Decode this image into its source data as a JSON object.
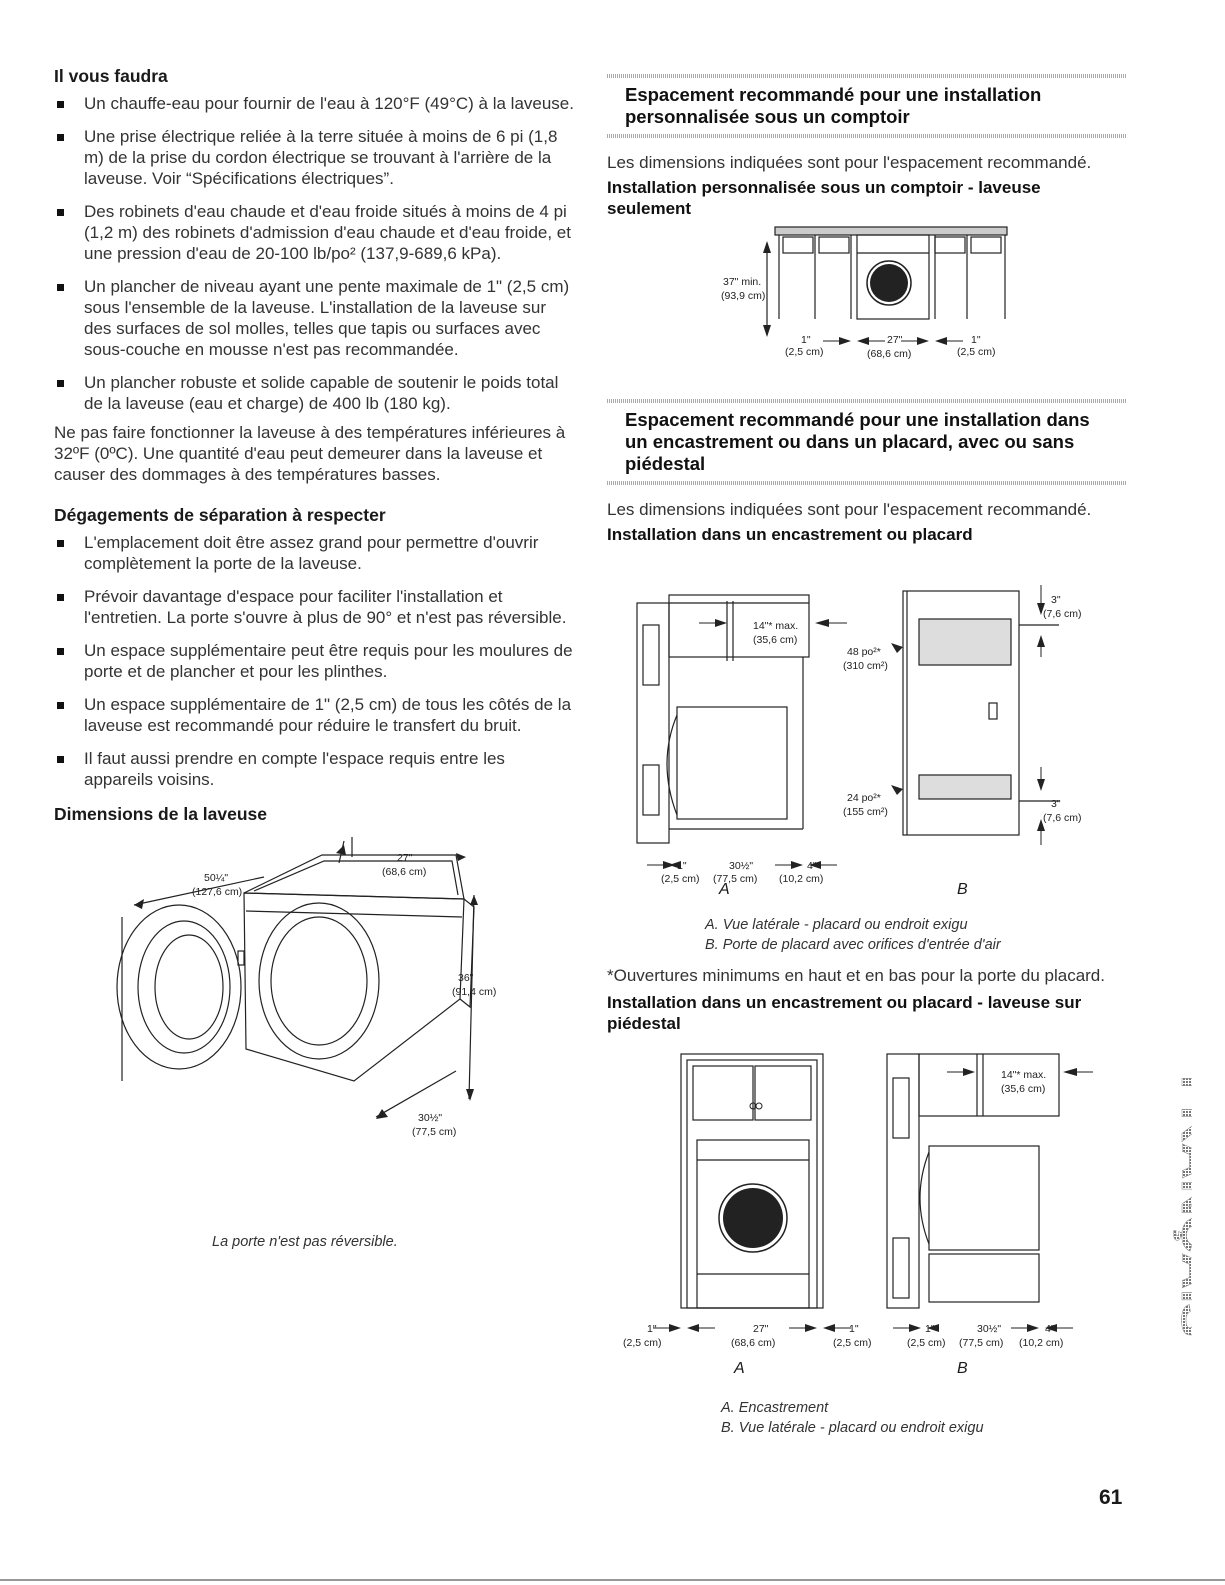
{
  "left": {
    "need_title": "Il vous faudra",
    "need_items": [
      "Un chauffe-eau pour fournir de l'eau à 120°F (49°C) à la laveuse.",
      "Une prise électrique reliée à la terre située à moins de 6 pi (1,8 m) de la prise du cordon électrique se trouvant à l'arrière de la laveuse. Voir “Spécifications électriques”.",
      "Des robinets d'eau chaude et d'eau froide situés à moins de 4 pi (1,2 m) des robinets d'admission d'eau chaude et d'eau froide, et une pression d'eau de 20-100 lb/po² (137,9-689,6 kPa).",
      "Un plancher de niveau ayant une pente maximale de 1\" (2,5 cm) sous l'ensemble de la laveuse. L'installation de la laveuse sur des surfaces de sol molles, telles que tapis ou surfaces avec sous-couche en mousse n'est pas recommandée.",
      "Un plancher robuste et solide capable de soutenir le poids total de la laveuse (eau et charge) de 400 lb (180 kg)."
    ],
    "need_note": "Ne pas faire fonctionner la laveuse à des températures inférieures à 32ºF (0ºC). Une quantité d'eau peut demeurer dans la laveuse et causer des dommages à des températures basses.",
    "clear_title": "Dégagements de séparation à respecter",
    "clear_items": [
      "L'emplacement doit être assez grand pour permettre d'ouvrir complètement la porte de la laveuse.",
      "Prévoir davantage d'espace pour faciliter l'installation et l'entretien. La porte s'ouvre à plus de 90° et n'est pas réversible.",
      "Un espace supplémentaire peut être requis pour les moulures de porte et de plancher et pour les plinthes.",
      "Un espace supplémentaire de 1\" (2,5 cm) de tous les côtés de la laveuse est recommandé pour réduire le transfert du bruit.",
      "Il faut aussi prendre en compte l'espace requis entre les appareils voisins."
    ],
    "dims_title": "Dimensions de la laveuse",
    "dims_labels": {
      "depth_open": "50¼\"",
      "depth_open_cm": "(127,6 cm)",
      "width": "27\"",
      "width_cm": "(68,6 cm)",
      "height": "36\"",
      "height_cm": "(91,4 cm)",
      "depth": "30½\"",
      "depth_cm": "(77,5 cm)"
    },
    "dims_caption": "La porte n'est pas réversible."
  },
  "right": {
    "sec1_title": "Espacement recommandé pour une installation personnalisée sous un comptoir",
    "sec1_text": "Les dimensions indiquées sont pour l'espacement recommandé.",
    "sec1_sub": "Installation personnalisée sous un comptoir - laveuse seulement",
    "fig1": {
      "h": "37\" min.",
      "h_cm": "(93,9 cm)",
      "l": "1\"",
      "l_cm": "(2,5 cm)",
      "w": "27\"",
      "w_cm": "(68,6 cm)",
      "r": "1\"",
      "r_cm": "(2,5 cm)"
    },
    "sec2_title": "Espacement recommandé pour une installation dans un encastrement ou dans un placard, avec ou sans piédestal",
    "sec2_text": "Les dimensions indiquées sont pour l'espacement recommandé.",
    "sec2_sub": "Installation dans un encastrement ou placard",
    "fig2": {
      "max": "14\"* max.",
      "max_cm": "(35,6 cm)",
      "top_area": "48 po²*",
      "top_area_cm": "(310 cm²)",
      "bot_area": "24 po²*",
      "bot_area_cm": "(155 cm²)",
      "top_gap": "3\"",
      "top_gap_cm": "(7,6 cm)",
      "bot_gap": "3\"",
      "bot_gap_cm": "(7,6 cm)",
      "d1": "1\"",
      "d1_cm": "(2,5 cm)",
      "d2": "30½\"",
      "d2_cm": "(77,5 cm)",
      "d3": "4\"",
      "d3_cm": "(10,2 cm)",
      "label_a": "A",
      "label_b": "B"
    },
    "fig2_cap_a": "A. Vue latérale - placard ou endroit exigu",
    "fig2_cap_b": "B. Porte de placard avec orifices d'entrée d'air",
    "note": "*Ouvertures minimums en haut et en bas pour la porte du placard.",
    "sec3_sub": "Installation dans un encastrement ou placard - laveuse sur piédestal",
    "fig3": {
      "l": "1\"",
      "l_cm": "(2,5 cm)",
      "w": "27\"",
      "w_cm": "(68,6 cm)",
      "r": "1\"",
      "r_cm": "(2,5 cm)",
      "max": "14\"* max.",
      "max_cm": "(35,6 cm)",
      "d1": "1\"",
      "d1_cm": "(2,5 cm)",
      "d2": "30½\"",
      "d2_cm": "(77,5 cm)",
      "d3": "4\"",
      "d3_cm": "(10,2 cm)",
      "label_a": "A",
      "label_b": "B"
    },
    "fig3_cap_a": "A. Encastrement",
    "fig3_cap_b": "B. Vue latérale - placard ou endroit exigu"
  },
  "side_tab": "FRANÇAIS",
  "page_number": "61"
}
